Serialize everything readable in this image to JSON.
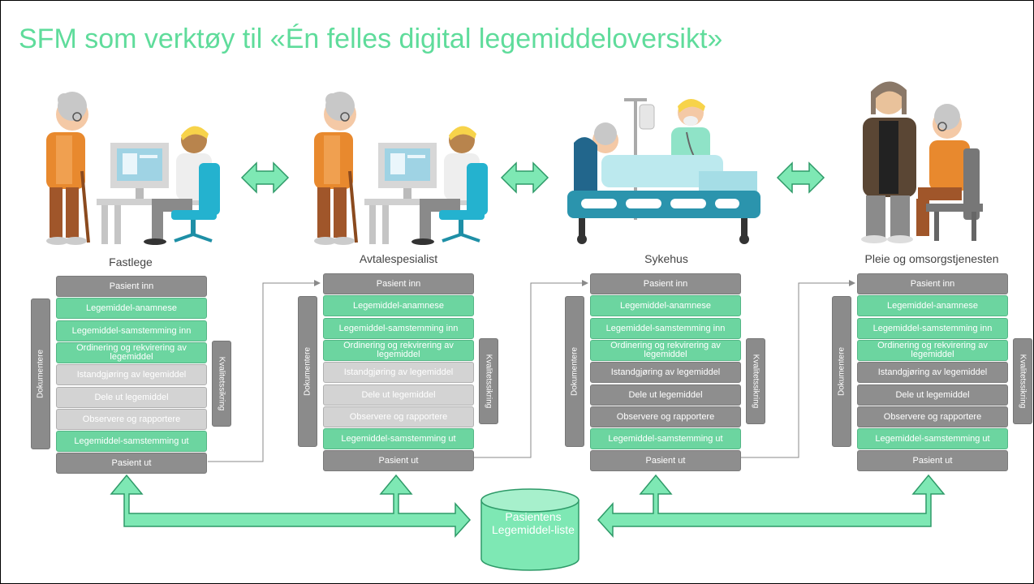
{
  "title": "SFM som verktøy til «Én felles digital legemiddeloversikt»",
  "sections": [
    {
      "label": "Fastlege",
      "side_left": "Dokumentere",
      "side_right": "Kvalitetssikring",
      "steps": [
        {
          "text": "Pasient inn",
          "style": "gray"
        },
        {
          "text": "Legemiddel-anamnese",
          "style": "green"
        },
        {
          "text": "Legemiddel-samstemming inn",
          "style": "green"
        },
        {
          "text": "Ordinering og rekvirering av legemiddel",
          "style": "green"
        },
        {
          "text": "Istandgjøring av legemiddel",
          "style": "light"
        },
        {
          "text": "Dele ut legemiddel",
          "style": "light"
        },
        {
          "text": "Observere og rapportere",
          "style": "light"
        },
        {
          "text": "Legemiddel-samstemming ut",
          "style": "green"
        },
        {
          "text": "Pasient ut",
          "style": "gray"
        }
      ]
    },
    {
      "label": "Avtalespesialist",
      "side_left": "Dokumentere",
      "side_right": "Kvalitetssikring",
      "steps": [
        {
          "text": "Pasient inn",
          "style": "gray"
        },
        {
          "text": "Legemiddel-anamnese",
          "style": "green"
        },
        {
          "text": "Legemiddel-samstemming inn",
          "style": "green"
        },
        {
          "text": "Ordinering og rekvirering av legemiddel",
          "style": "green"
        },
        {
          "text": "Istandgjøring av legemiddel",
          "style": "light"
        },
        {
          "text": "Dele ut legemiddel",
          "style": "light"
        },
        {
          "text": "Observere og rapportere",
          "style": "light"
        },
        {
          "text": "Legemiddel-samstemming ut",
          "style": "green"
        },
        {
          "text": "Pasient ut",
          "style": "gray"
        }
      ]
    },
    {
      "label": "Sykehus",
      "side_left": "Dokumentere",
      "side_right": "Kvalitetssikring",
      "steps": [
        {
          "text": "Pasient inn",
          "style": "gray"
        },
        {
          "text": "Legemiddel-anamnese",
          "style": "green"
        },
        {
          "text": "Legemiddel-samstemming inn",
          "style": "green"
        },
        {
          "text": "Ordinering og rekvirering av legemiddel",
          "style": "green"
        },
        {
          "text": "Istandgjøring av legemiddel",
          "style": "gray"
        },
        {
          "text": "Dele ut legemiddel",
          "style": "gray"
        },
        {
          "text": "Observere og rapportere",
          "style": "gray"
        },
        {
          "text": "Legemiddel-samstemming ut",
          "style": "green"
        },
        {
          "text": "Pasient ut",
          "style": "gray"
        }
      ]
    },
    {
      "label": "Pleie og omsorgstjenesten",
      "side_left": "Dokumentere",
      "side_right": "Kvalitetssikring",
      "steps": [
        {
          "text": "Pasient inn",
          "style": "gray"
        },
        {
          "text": "Legemiddel-anamnese",
          "style": "green"
        },
        {
          "text": "Legemiddel-samstemming inn",
          "style": "green"
        },
        {
          "text": "Ordinering og rekvirering av legemiddel",
          "style": "green"
        },
        {
          "text": "Istandgjøring av legemiddel",
          "style": "gray"
        },
        {
          "text": "Dele ut legemiddel",
          "style": "gray"
        },
        {
          "text": "Observere og rapportere",
          "style": "gray"
        },
        {
          "text": "Legemiddel-samstemming ut",
          "style": "green"
        },
        {
          "text": "Pasient ut",
          "style": "gray"
        }
      ]
    }
  ],
  "database": {
    "label": "Pasientens Legemiddel-liste"
  },
  "colors": {
    "accent": "#5fdc9b",
    "green_box": "#6cd5a0",
    "gray_box": "#8e8e8e",
    "light_box": "#d3d3d3"
  }
}
